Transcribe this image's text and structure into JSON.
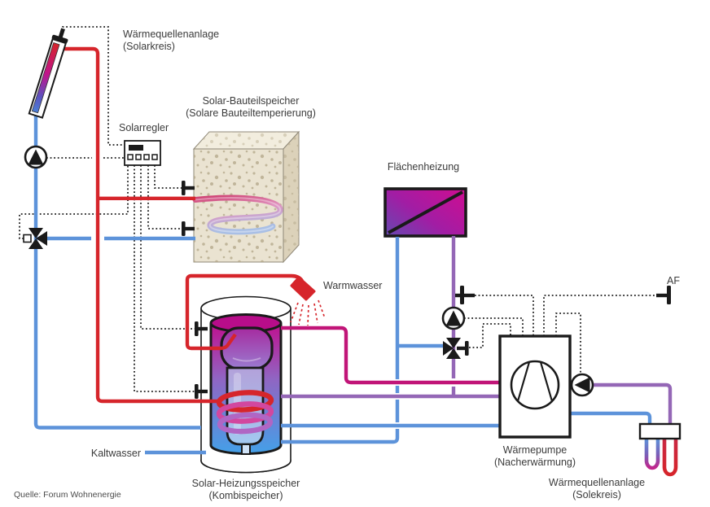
{
  "diagram": {
    "title_area": {
      "solar_collector_line1": "Wärmequellenanlage",
      "solar_collector_line2": "(Solarkreis)"
    },
    "labels": {
      "solar_controller": "Solarregler",
      "component_storage_line1": "Solar-Bauteilspeicher",
      "component_storage_line2": "(Solare Bauteiltemperierung)",
      "surface_heating": "Flächenheizung",
      "hot_water": "Warmwasser",
      "cold_water": "Kaltwasser",
      "combi_storage_line1": "Solar-Heizungsspeicher",
      "combi_storage_line2": "(Kombispeicher)",
      "heat_pump_line1": "Wärmepumpe",
      "heat_pump_line2": "(Nacherwärmung)",
      "brine_source_line1": "Wärmequellenanlage",
      "brine_source_line2": "(Solekreis)",
      "outdoor_sensor": "AF"
    },
    "source": "Quelle: Forum Wohnenergie",
    "colors": {
      "solar_supply_red": "#d6252b",
      "return_blue": "#5d93da",
      "heating_supply_magenta": "#c11578",
      "heating_circuit_purple": "#9467b6",
      "block_beige": "#eae3d1",
      "text": "#3b3b3b"
    }
  }
}
